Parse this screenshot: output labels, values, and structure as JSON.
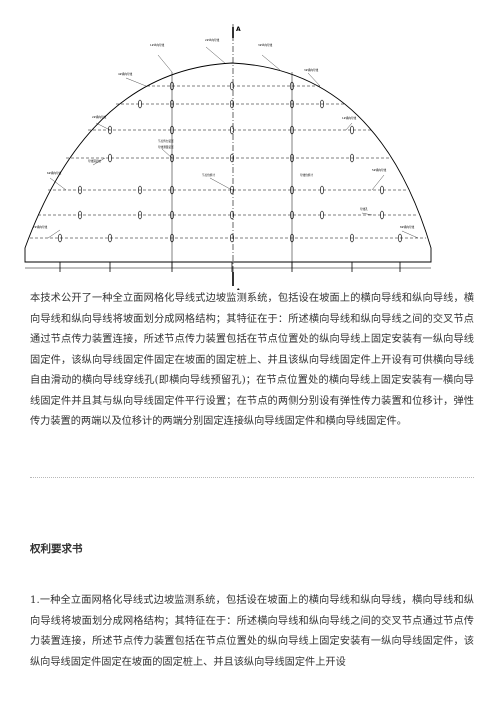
{
  "figure": {
    "section_marker_top": "A",
    "section_marker_bottom": "A",
    "labels": [
      "1#纵向导线",
      "2#纵向导线",
      "3#纵向导线",
      "4#横向导线",
      "3#横向导线",
      "2#横向导线",
      "1#横向导线",
      "6#横向导线",
      "5#横向导线",
      "7#横向导线",
      "8#横向导线",
      "导线固定桩",
      "节点传力装置",
      "导线测量装置",
      "导线孔",
      "节点位移计",
      "导线位移计"
    ]
  },
  "abstract": "本技术公开了一种全立面网格化导线式边坡监测系统，包括设在坡面上的横向导线和纵向导线，横向导线和纵向导线将坡面划分成网格结构；其特征在于：所述横向导线和纵向导线之间的交叉节点通过节点传力装置连接，所述节点传力装置包括在节点位置处的纵向导线上固定安装有一纵向导线固定件，该纵向导线固定件固定在坡面的固定桩上、并且该纵向导线固定件上开设有可供横向导线自由滑动的横向导线穿线孔(即横向导线预留孔)；在节点位置处的横向导线上固定安装有一横向导线固定件并且其与纵向导线固定件平行设置；在节点的两侧分别设有弹性传力装置和位移计，弹性传力装置的两端以及位移计的两端分别固定连接纵向导线固定件和横向导线固定件。",
  "claims": {
    "title": "权利要求书",
    "claim1": "1.一种全立面网格化导线式边坡监测系统，包括设在坡面上的横向导线和纵向导线，横向导线和纵向导线将坡面划分成网格结构；其特征在于：所述横向导线和纵向导线之间的交叉节点通过节点传力装置连接，所述节点传力装置包括在节点位置处的纵向导线上固定安装有一纵向导线固定件，该纵向导线固定件固定在坡面的固定桩上、并且该纵向导线固定件上开设"
  }
}
